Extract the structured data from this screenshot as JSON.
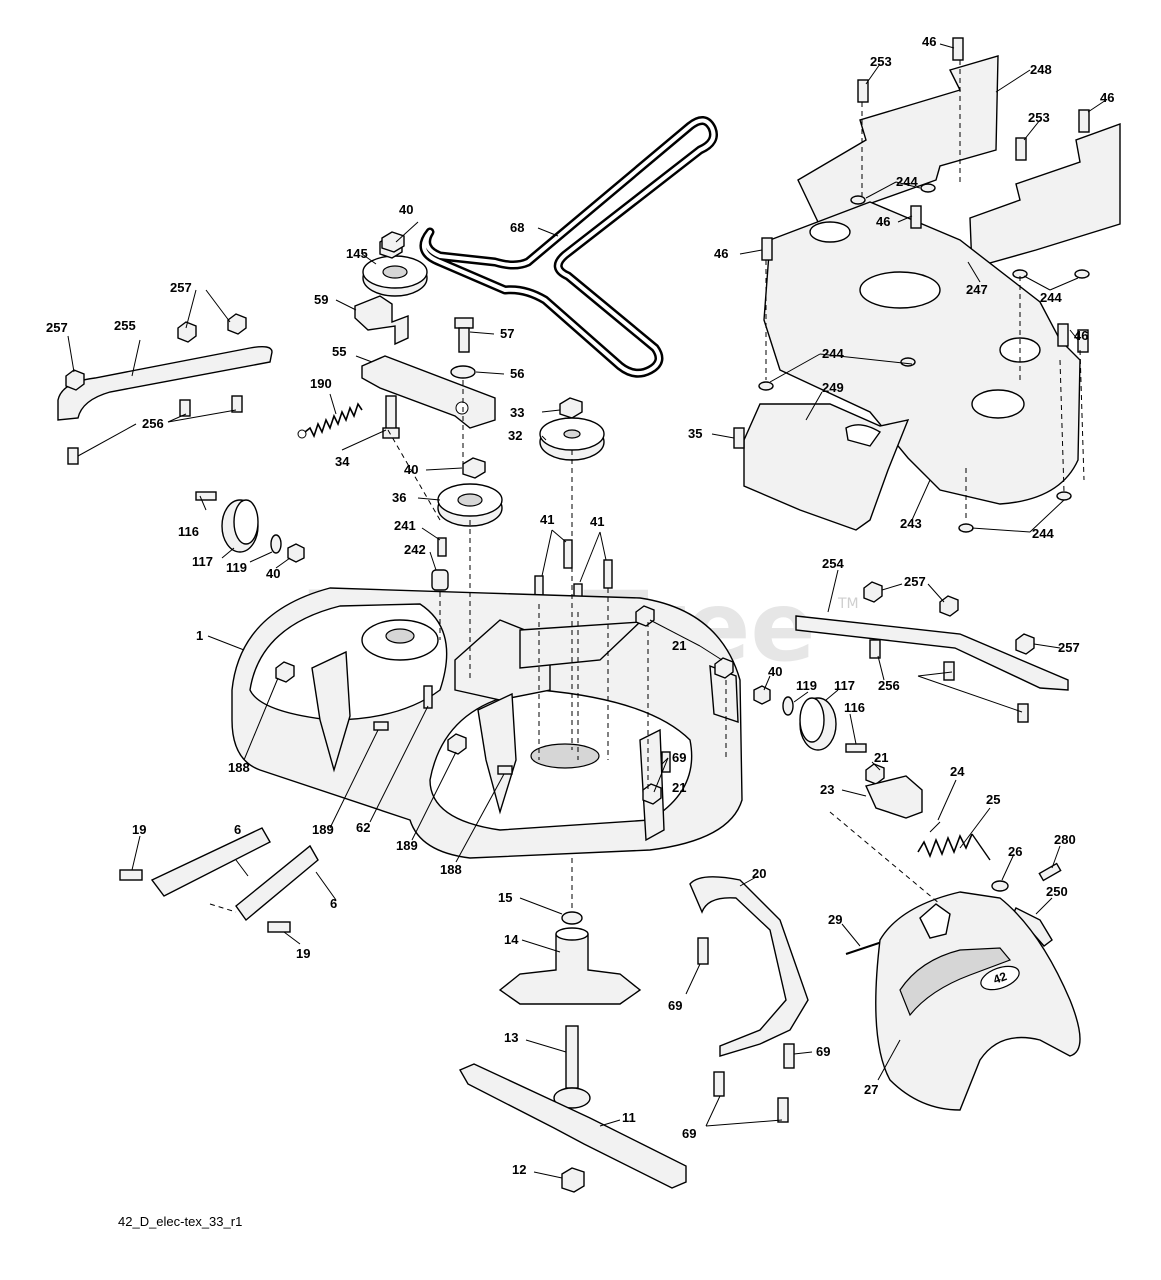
{
  "watermark": {
    "text": "PartsTree",
    "trademark": "TM"
  },
  "footer": {
    "diagram_code": "42_D_elec-tex_33_r1"
  },
  "callouts": {
    "c1": "1",
    "c6a": "6",
    "c6b": "6",
    "c11": "11",
    "c12": "12",
    "c13": "13",
    "c14": "14",
    "c15": "15",
    "c19a": "19",
    "c19b": "19",
    "c20": "20",
    "c21a": "21",
    "c21b": "21",
    "c21c": "21",
    "c23": "23",
    "c24": "24",
    "c25": "25",
    "c26": "26",
    "c27": "27",
    "c29": "29",
    "c32": "32",
    "c33": "33",
    "c34": "34",
    "c35": "35",
    "c36": "36",
    "c40a": "40",
    "c40b": "40",
    "c40c": "40",
    "c40d": "40",
    "c41a": "41",
    "c41b": "41",
    "c46a": "46",
    "c46b": "46",
    "c46c": "46",
    "c46d": "46",
    "c46e": "46",
    "c55": "55",
    "c56": "56",
    "c57": "57",
    "c59": "59",
    "c62": "62",
    "c68": "68",
    "c69a": "69",
    "c69b": "69",
    "c69c": "69",
    "c69d": "69",
    "c116a": "116",
    "c116b": "116",
    "c117a": "117",
    "c117b": "117",
    "c119a": "119",
    "c119b": "119",
    "c145": "145",
    "c188a": "188",
    "c188b": "188",
    "c189a": "189",
    "c189b": "189",
    "c190": "190",
    "c241": "241",
    "c242": "242",
    "c243": "243",
    "c244a": "244",
    "c244b": "244",
    "c244c": "244",
    "c244d": "244",
    "c247": "247",
    "c248": "248",
    "c249": "249",
    "c250": "250",
    "c253a": "253",
    "c253b": "253",
    "c254": "254",
    "c255": "255",
    "c256a": "256",
    "c256b": "256",
    "c257a": "257",
    "c257b": "257",
    "c257c": "257",
    "c257d": "257",
    "c280": "280"
  },
  "badge": {
    "deck_size": "42"
  }
}
